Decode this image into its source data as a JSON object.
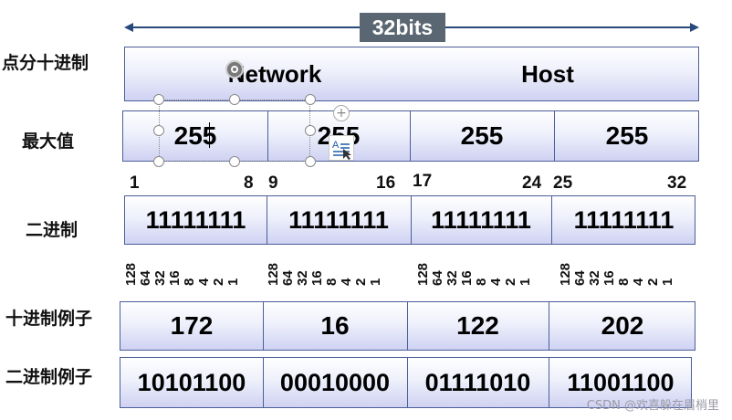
{
  "header": {
    "label": "32bits",
    "badge_color": "#5a6672",
    "arrow_color": "#274a7a"
  },
  "labels": {
    "dotted": "点分十进制",
    "max": "最大值",
    "binary": "二进制",
    "dec_example": "十进制例子",
    "bin_example": "二进制例子"
  },
  "dotted_row": {
    "network": "Network",
    "host": "Host"
  },
  "max_values": [
    "255",
    "255",
    "255",
    "255"
  ],
  "bit_numbers": [
    "1",
    "8",
    "9",
    "16",
    "17",
    "24",
    "25",
    "32"
  ],
  "binary_values": [
    "11111111",
    "11111111",
    "11111111",
    "11111111"
  ],
  "bit_weights": [
    "128",
    "64",
    "32",
    "16",
    "8",
    "4",
    "2",
    "1"
  ],
  "decimal_example": [
    "172",
    "16",
    "122",
    "202"
  ],
  "binary_example": [
    "10101100",
    "00010000",
    "01111010",
    "11001100"
  ],
  "watermark": "CSDN @欢喜躲在眉梢里",
  "colors": {
    "box_border": "#4b5f98",
    "box_gradient_bottom": "#cfd2f2"
  }
}
